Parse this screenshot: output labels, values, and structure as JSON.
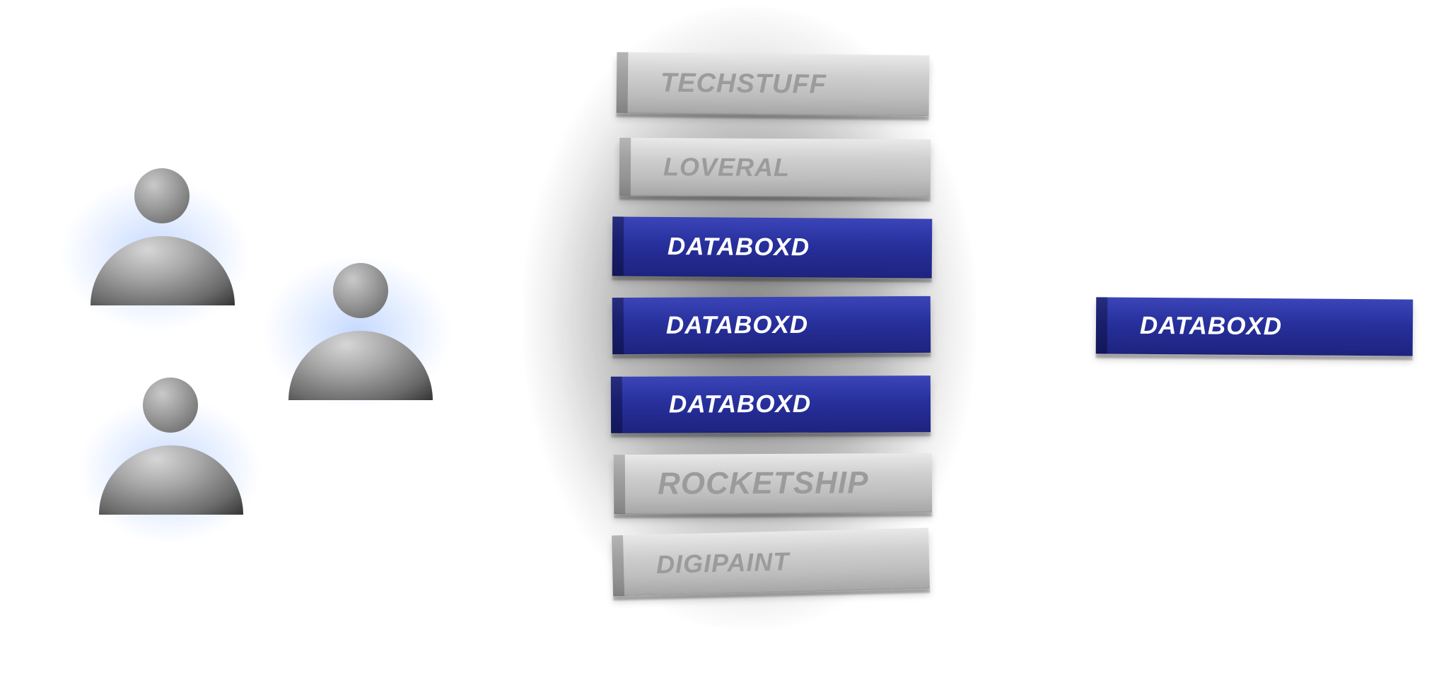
{
  "stack": {
    "bars": [
      {
        "label": "TECHSTUFF",
        "style": "silver"
      },
      {
        "label": "LOVERAL",
        "style": "silver"
      },
      {
        "label": "DATABOXD",
        "style": "blue"
      },
      {
        "label": "DATABOXD",
        "style": "blue"
      },
      {
        "label": "DATABOXD",
        "style": "blue"
      },
      {
        "label": "ROCKETSHIP",
        "style": "silver"
      },
      {
        "label": "DIGIPAINT",
        "style": "silver"
      }
    ]
  },
  "selected": {
    "label": "DATABOXD",
    "style": "blue"
  },
  "colors": {
    "brand_blue": "#27309c",
    "silver": "#c8c8c8",
    "glow": "#96b9ff"
  }
}
